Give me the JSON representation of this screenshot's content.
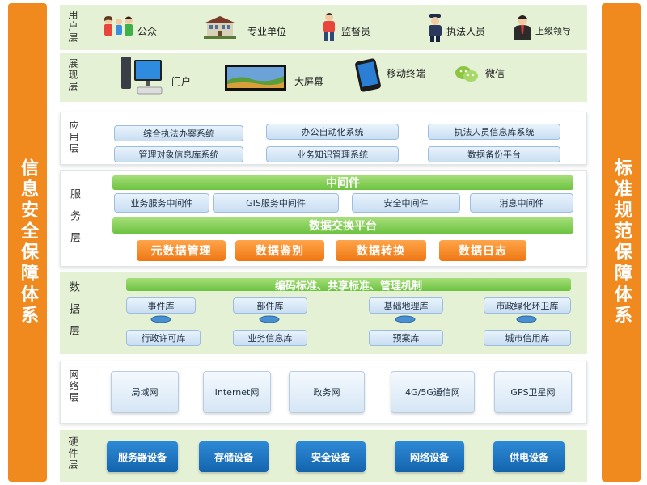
{
  "side_left": "信息安全保障体系",
  "side_right": "标准规范保障体系",
  "user_layer": {
    "label": "用户层",
    "items": [
      "公众",
      "专业单位",
      "监督员",
      "执法人员",
      "上级领导"
    ]
  },
  "display_layer": {
    "label": "展现层",
    "items": [
      "门户",
      "大屏幕",
      "移动终端",
      "微信"
    ]
  },
  "app_layer": {
    "label": "应用层",
    "row1": [
      "综合执法办案系统",
      "办公自动化系统",
      "执法人员信息库系统"
    ],
    "row2": [
      "管理对象信息库系统",
      "业务知识管理系统",
      "数据备份平台"
    ]
  },
  "service_layer": {
    "label": "服务层",
    "middleware": "中间件",
    "middleware_items": [
      "业务服务中间件",
      "GIS服务中间件",
      "安全中间件",
      "消息中间件"
    ],
    "exchange": "数据交换平台",
    "data_items": [
      "元数据管理",
      "数据鉴别",
      "数据转换",
      "数据日志"
    ]
  },
  "data_layer": {
    "label": "数据层",
    "standards": "编码标准、共享标准、管理机制",
    "row1": [
      "事件库",
      "部件库",
      "基础地理库",
      "市政绿化环卫库"
    ],
    "row2": [
      "行政许可库",
      "业务信息库",
      "预案库",
      "城市信用库"
    ]
  },
  "network_layer": {
    "label": "网络层",
    "items": [
      "局域网",
      "Internet网",
      "政务网",
      "4G/5G通信网",
      "GPS卫星网"
    ]
  },
  "hardware_layer": {
    "label": "硬件层",
    "items": [
      "服务器设备",
      "存储设备",
      "安全设备",
      "网络设备",
      "供电设备"
    ]
  }
}
